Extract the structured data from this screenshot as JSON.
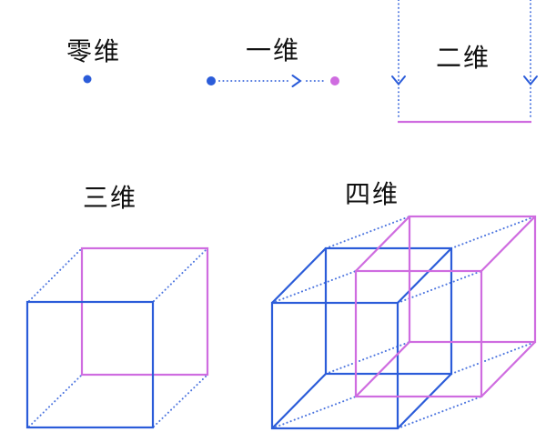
{
  "colors": {
    "blue": "#2b5cd9",
    "magenta": "#cf6ce0",
    "text": "#111111",
    "background": "#ffffff"
  },
  "sections": [
    {
      "id": "zero-d",
      "label": "零维",
      "figure": "point"
    },
    {
      "id": "one-d",
      "label": "一维",
      "figure": "line-segment"
    },
    {
      "id": "two-d",
      "label": "二维",
      "figure": "square"
    },
    {
      "id": "three-d",
      "label": "三维",
      "figure": "cube"
    },
    {
      "id": "four-d",
      "label": "四维",
      "figure": "tesseract"
    }
  ]
}
